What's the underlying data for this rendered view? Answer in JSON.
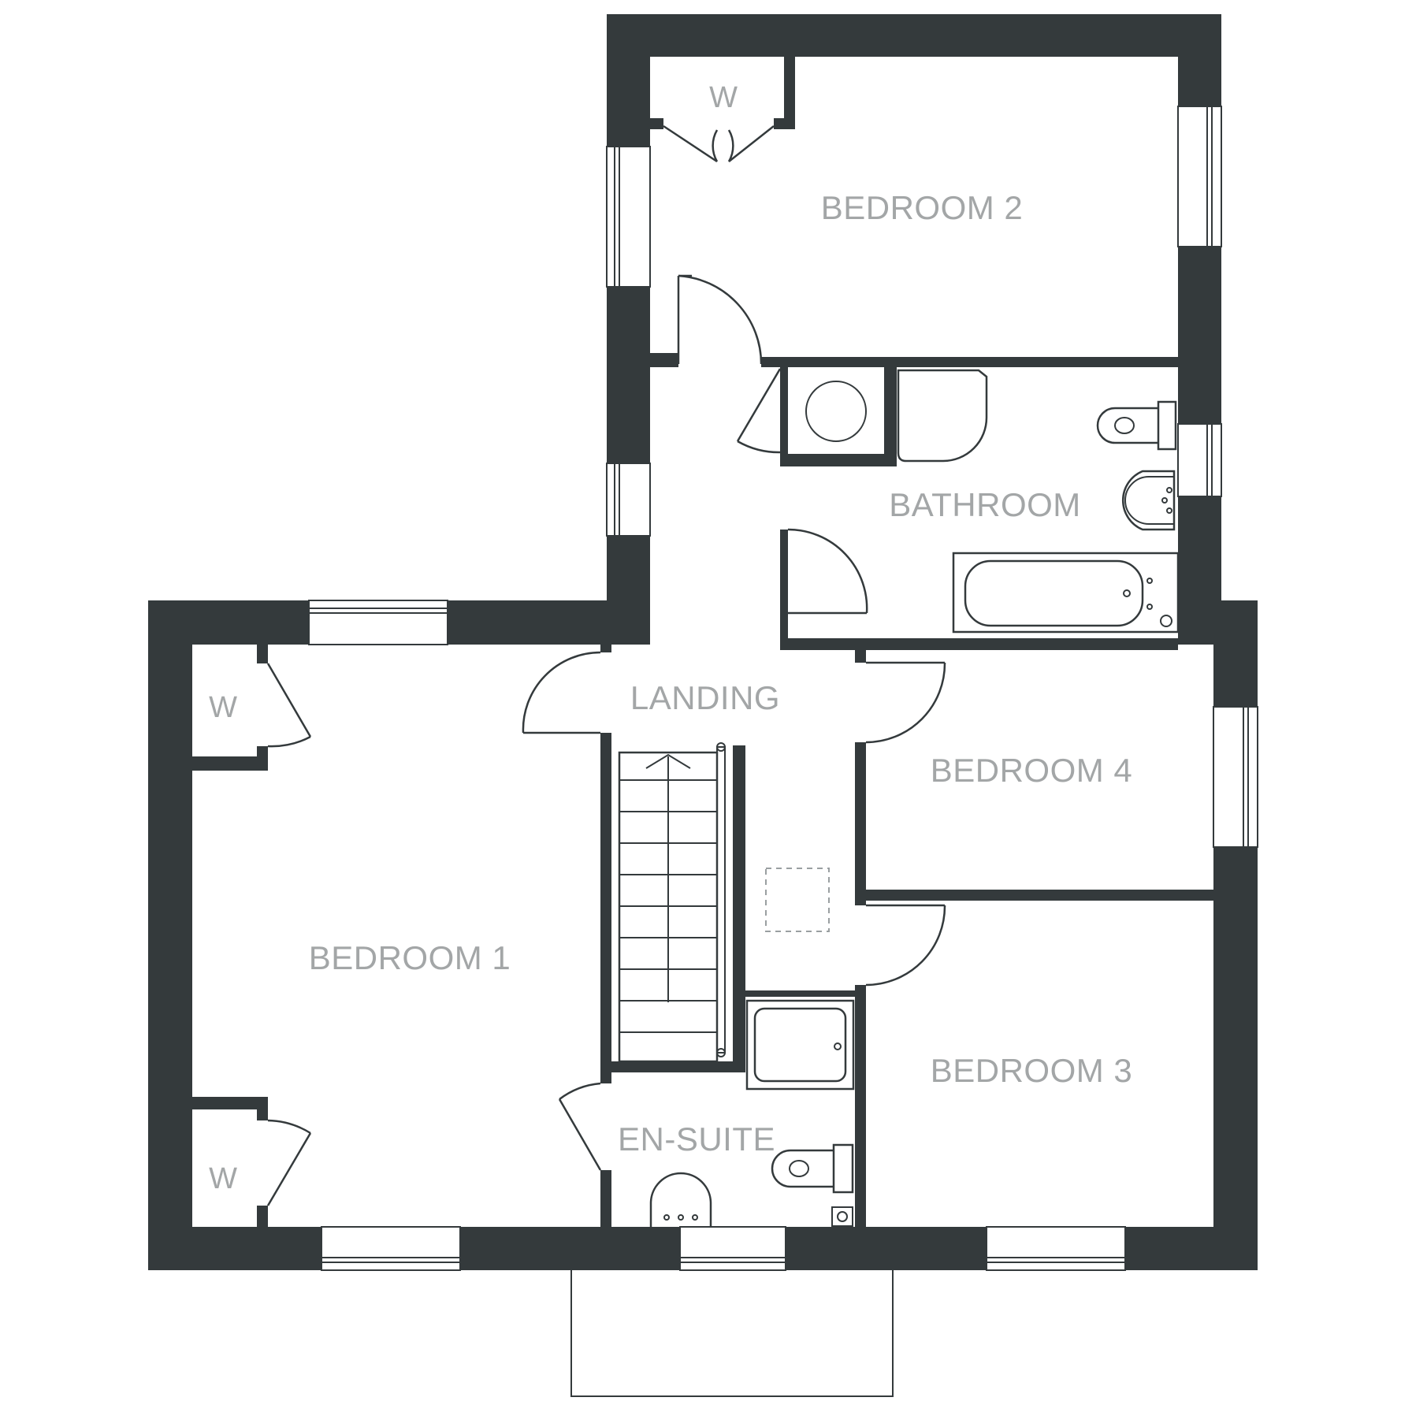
{
  "rooms": {
    "bedroom_2": "BEDROOM 2",
    "bathroom": "BATHROOM",
    "landing": "LANDING",
    "bedroom_4": "BEDROOM 4",
    "bedroom_1": "BEDROOM 1",
    "bedroom_3": "BEDROOM 3",
    "en_suite": "EN-SUITE"
  },
  "wardrobes": {
    "bedroom_2_wardrobe": "W",
    "bedroom_1_wardrobe_top": "W",
    "bedroom_1_wardrobe_bottom": "W"
  },
  "colors": {
    "wall": "#343a3c",
    "label": "#a3a6a7",
    "background": "#ffffff"
  }
}
